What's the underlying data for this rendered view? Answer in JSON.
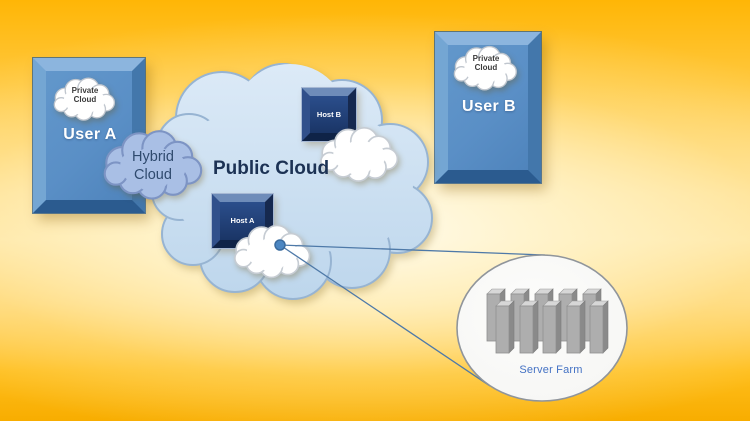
{
  "diagram": {
    "description": "Hybrid cloud computing diagram",
    "colors": {
      "background_orange": "#F8AD00",
      "background_light": "#FFF4D6",
      "panel_face_blue": "#5D92C8",
      "public_cloud_blue": "#C9DEF1",
      "hybrid_cloud_blue": "#A9BFE5",
      "host_box_navy": "#1E3C6F",
      "diagram_text_navy": "#1C3254",
      "server_farm_label_blue": "#4472C4",
      "callout_line_blue": "#4E79A8",
      "server_tower_gray": "#AEAEAE"
    }
  },
  "nodes": {
    "user_a": {
      "label": "User A",
      "cloud_label": "Private Cloud"
    },
    "user_b": {
      "label": "User B",
      "cloud_label": "Private Cloud"
    },
    "hybrid_cloud": {
      "label": "Hybrid Cloud"
    },
    "public_cloud": {
      "label": "Public Cloud"
    },
    "host_a": {
      "label": "Host A"
    },
    "host_b": {
      "label": "Host B"
    },
    "server_farm": {
      "label": "Server Farm",
      "tower_count": 10
    }
  }
}
